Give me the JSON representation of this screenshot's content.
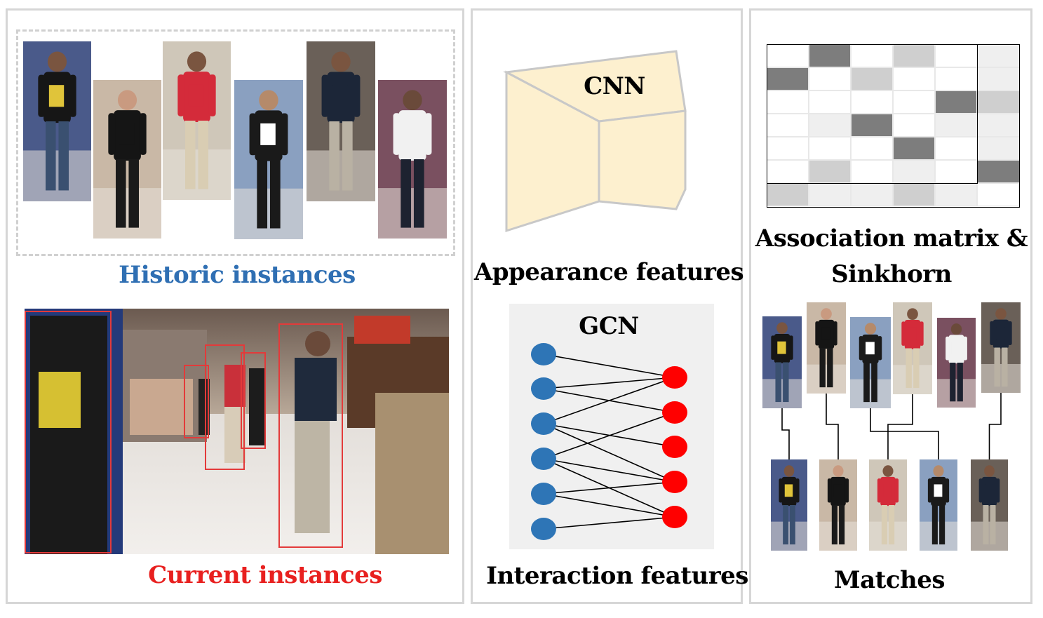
{
  "panels": {
    "left": {
      "historic_label": "Historic instances",
      "current_label": "Current instances"
    },
    "middle": {
      "cnn_label": "CNN",
      "appearance_label": "Appearance features",
      "gcn_label": "GCN",
      "interaction_label": "Interaction features"
    },
    "right": {
      "association_label_line1": "Association matrix &",
      "association_label_line2": "Sinkhorn",
      "matches_label": "Matches"
    }
  },
  "colors": {
    "historic": "#2f6fb3",
    "current": "#e8201f",
    "cnn_fill": "#fdf0cf",
    "gcn_bg": "#f0f0f0",
    "node_blue": "#2e75b6",
    "node_red": "#ff0000"
  },
  "association_matrix": [
    [
      0,
      3,
      0,
      1,
      0,
      0.3
    ],
    [
      3,
      0,
      1,
      0,
      0,
      0.3
    ],
    [
      0,
      0,
      0,
      0,
      3,
      1
    ],
    [
      0,
      0.3,
      3,
      0,
      0.3,
      0.3
    ],
    [
      0,
      0,
      0,
      3,
      0,
      0.3
    ],
    [
      0,
      1,
      0,
      0.3,
      0,
      3
    ],
    [
      1,
      0.3,
      0.3,
      1,
      0.3,
      0
    ]
  ],
  "gcn_edges": [
    [
      0,
      0
    ],
    [
      1,
      0
    ],
    [
      1,
      1
    ],
    [
      2,
      0
    ],
    [
      2,
      2
    ],
    [
      2,
      3
    ],
    [
      3,
      1
    ],
    [
      3,
      3
    ],
    [
      3,
      4
    ],
    [
      4,
      3
    ],
    [
      4,
      4
    ],
    [
      5,
      4
    ]
  ],
  "matches": [
    [
      0,
      0
    ],
    [
      1,
      1
    ],
    [
      2,
      3
    ],
    [
      3,
      2
    ],
    [
      5,
      4
    ]
  ]
}
